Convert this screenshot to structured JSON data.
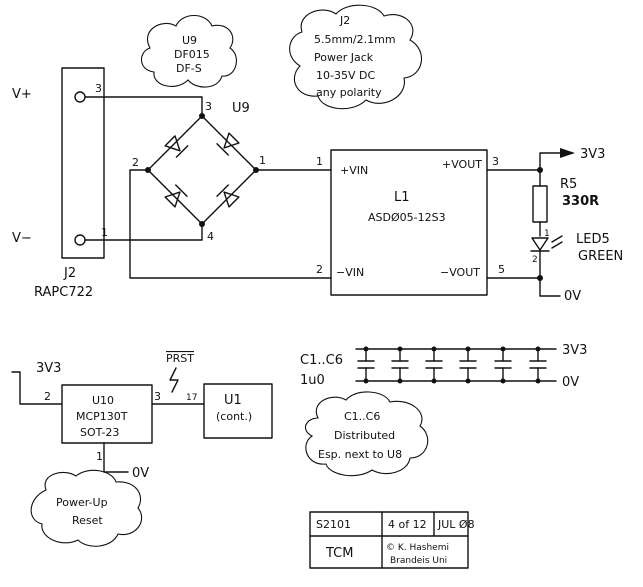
{
  "power_in": {
    "vplus_label": "V+",
    "vminus_label": "V−",
    "connector_pin_top": "3",
    "connector_pin_bottom": "1",
    "connector_ref": "J2",
    "connector_part": "RAPC722"
  },
  "bridge": {
    "ref": "U9",
    "pin_top": "3",
    "pin_left": "2",
    "pin_right": "1",
    "pin_bottom": "4",
    "note_lines": [
      "U9",
      "DF015",
      "DF-S"
    ]
  },
  "jack_note": {
    "lines": [
      "J2",
      "5.5mm/2.1mm",
      "Power Jack",
      "10-35V DC",
      "any polarity"
    ]
  },
  "converter": {
    "ref": "L1",
    "part": "ASDØ05-12S3",
    "pin1_num": "1",
    "pin1_label": "+VIN",
    "pin2_num": "2",
    "pin2_label": "−VIN",
    "pin3_num": "3",
    "pin3_label": "+VOUT",
    "pin5_num": "5",
    "pin5_label": "−VOUT"
  },
  "output": {
    "rail_3v3": "3V3",
    "resistor_ref": "R5",
    "resistor_value": "330R",
    "led_pin1": "1",
    "led_pin2": "2",
    "led_ref": "LED5",
    "led_color": "GREEN",
    "ground": "0V"
  },
  "decoupling": {
    "label_refs": "C1..C6",
    "label_value": "1u0",
    "rail_3v3": "3V3",
    "ground": "0V",
    "note_lines": [
      "C1..C6",
      "Distributed",
      "Esp. next to U8"
    ]
  },
  "reset": {
    "rail": "3V3",
    "ref": "U10",
    "part": "MCP130T",
    "package": "SOT-23",
    "pin2": "2",
    "pin3": "3",
    "pin1": "1",
    "ground": "0V",
    "signal": "PRST",
    "u1_pin": "17",
    "u1_ref": "U1",
    "u1_note": "(cont.)",
    "note_lines": [
      "Power-Up",
      "Reset"
    ]
  },
  "title_block": {
    "project": "S2101",
    "sheet": "4 of 12",
    "date": "JUL Ø8",
    "title": "TCM",
    "author": "© K. Hashemi",
    "org": "Brandeis Uni"
  }
}
